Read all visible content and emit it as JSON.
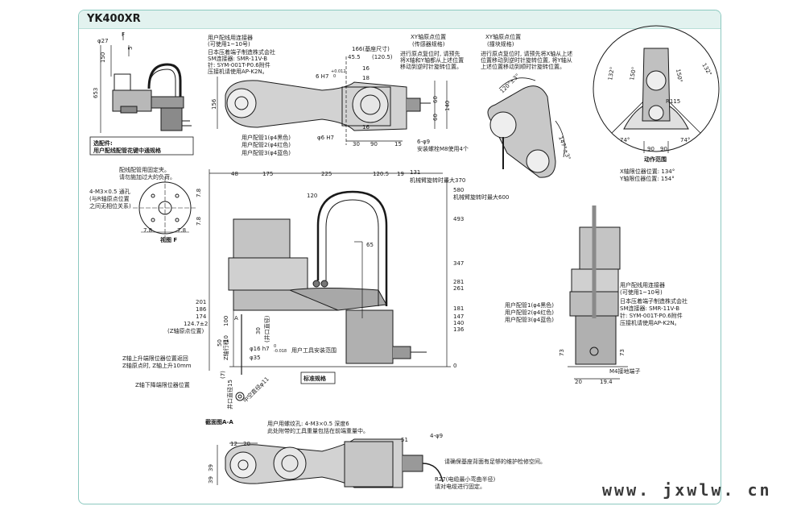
{
  "title": "YK400XR",
  "watermark": "www. jxwlw. cn",
  "top_left": {
    "phi27": "φ27",
    "f_label": "F",
    "dim_150": "150",
    "dim_653": "653",
    "dim_5": "5",
    "accessory_line1": "选配件:",
    "accessory_line2": "用户配线配管花键中通规格"
  },
  "connector_note": [
    "用户配线用连接器",
    "(可使用1~10号)",
    "日本压着端子制造株式会社",
    "SM连接器: SMR-11V-B",
    "针: SYM-001T-P0.6附件",
    "压接机请使用AP-K2N。"
  ],
  "top_view_dims": {
    "d166": "166(基座尺寸)",
    "d455": "45.5",
    "d1205": "(120.5)",
    "d6h7": "6 H7",
    "tol": "+0.012",
    "tol0": "0",
    "d16a": "16",
    "d18": "18",
    "d16b": "16",
    "d60a": "60",
    "d60b": "60",
    "d140": "140",
    "d156": "156",
    "d30": "30",
    "d90": "90",
    "d15": "15",
    "d6h7b": "φ6 H7",
    "pipe1": "用户配管1(φ4黑色)",
    "pipe2": "用户配管2(φ4红色)",
    "pipe3": "用户配管3(φ4蓝色)",
    "holes1": "6-φ9",
    "holes2": "安装螺栓M8使用4个"
  },
  "xy_origin_sensor": [
    "XY轴原点位置",
    "(传感器规格)",
    "进行原点复位时, 请预先",
    "将X轴和Y轴都从上述位置",
    "移动到逆时针旋转位置。"
  ],
  "xy_origin_stop": [
    "XY轴原点位置",
    "(撞块规格)",
    "进行原点复位时, 请预先将X轴从上述",
    "位置移动到逆时针旋转位置, 将Y轴从",
    "上述位置移动到顺时针旋转位置。"
  ],
  "angles": {
    "a120": "120°±3°",
    "a147": "147°±3°"
  },
  "work_range": {
    "a132l": "132°",
    "a132r": "132°",
    "a150l": "150°",
    "a150r": "150°",
    "a74l": "74°",
    "a74r": "74°",
    "r115": "R115",
    "d90a": "90",
    "d90b": "90",
    "caption": "动作范围",
    "x_limit": "X轴限位器位置: 134°",
    "y_limit": "Y轴限位器位置: 154°"
  },
  "view_f": {
    "note1": "配线配管用固定夹。",
    "note2": "请勿施加过大的负荷。",
    "holes": [
      "4-M3×0.5 通孔",
      "(与R轴原点位置",
      "之间无相位关系)"
    ],
    "d78a": "7.8",
    "d78b": "7.8",
    "d78c": "7.8",
    "d78d": "7.8",
    "caption": "视图 F"
  },
  "side_view": {
    "top_dims": [
      "48",
      "175",
      "225",
      "120.5",
      "19"
    ],
    "d131": "131",
    "max370": "机械臂旋转时最大370",
    "d580": "580",
    "max600": "机械臂旋转时最大600",
    "d120": "120",
    "d65": "65",
    "right_dims": [
      "493",
      "347",
      "281",
      "261",
      "181",
      "147",
      "140",
      "136",
      "0"
    ],
    "left_dims": [
      "201",
      "186",
      "174"
    ],
    "d1247": "124.7±2",
    "z_origin": "(Z轴原点位置)",
    "d100": "100",
    "d10": "10",
    "d30": "30",
    "d50": "50",
    "d7": "(7)",
    "stroke": "Z轴行程",
    "d16h7": "φ16 h7",
    "tol": "0",
    "tol2": "-0.018",
    "d35": "φ35",
    "well": "(井口直径)",
    "tool_area": "用户工具安装范围",
    "z_up1": "Z轴上升端限位器位置返回",
    "z_up2": "Z轴原点时, Z轴上升10mm",
    "z_down": "Z轴下降端限位器位置",
    "standard": "标准规格",
    "well_d15": "井口直径15",
    "hollow": "中空直径φ11",
    "section": "截面图A-A",
    "a_label": "A"
  },
  "right_view": {
    "connector": [
      "用户配线用连接器",
      "(可使用1~10号)",
      "日本压着端子制造株式会社",
      "SM连接器: SMR-11V-B",
      "针: SYM-001T-P0.6附件",
      "压接机请使用AP-K2N。"
    ],
    "pipes": [
      "用户配管1(φ4黑色)",
      "用户配管2(φ4红色)",
      "用户配管3(φ4蓝色)"
    ],
    "d73a": "73",
    "d73b": "73",
    "ground": "M4接地端子",
    "d20": "20",
    "d194": "19.4"
  },
  "bottom_view": {
    "screw1": "用户用螺纹孔: 4-M3×0.5 深度6",
    "screw2": "此处附带的工具重量包括在前端重量中。",
    "d12": "12",
    "d20": "20",
    "d39a": "39",
    "d39b": "39",
    "d51": "51",
    "d9": "4-φ9",
    "space": "请确保基座背面有足够的维护检修空间。",
    "r27a": "R27(电缆最小弯曲半径)",
    "r27b": "请对电缆进行固定。"
  }
}
